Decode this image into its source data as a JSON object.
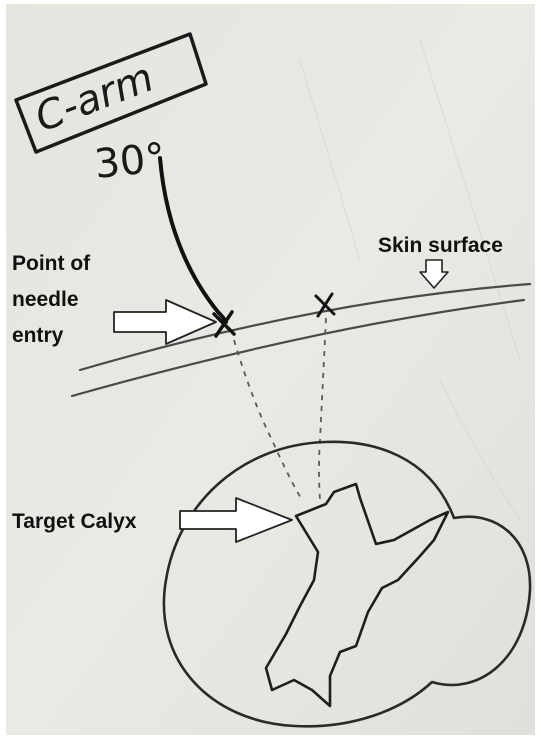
{
  "handwritten": {
    "box_text": "C-arm",
    "angle_text": "30°"
  },
  "labels": {
    "needle_entry_line1": "Point of",
    "needle_entry_line2": "needle",
    "needle_entry_line3": "entry",
    "skin_surface": "Skin surface",
    "target_calyx": "Target Calyx"
  },
  "colors": {
    "paper": "#e6e7e1",
    "pencil": "#4a4a4a",
    "ink": "#1a1a1a"
  }
}
